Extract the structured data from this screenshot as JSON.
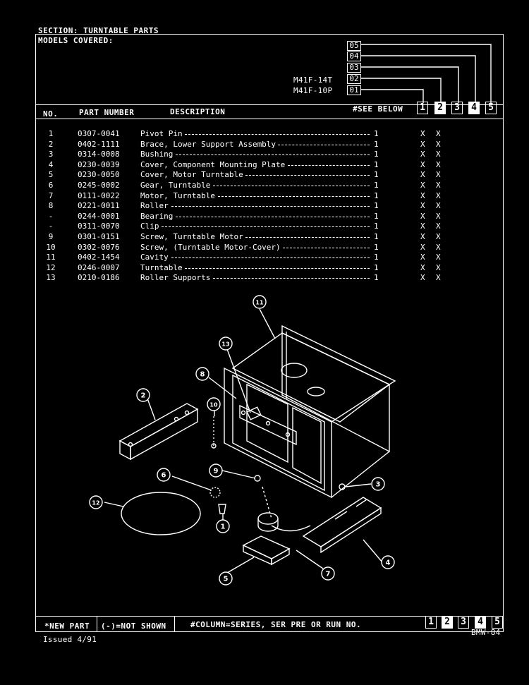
{
  "header": {
    "section": "SECTION: TURNTABLE PARTS",
    "models_covered": "MODELS COVERED:",
    "version_codes": [
      "05",
      "04",
      "03",
      "02",
      "01"
    ],
    "models": [
      "M41F-14T",
      "M41F-10P"
    ]
  },
  "columns": {
    "no": "NO.",
    "part_number": "PART NUMBER",
    "description": "DESCRIPTION",
    "see_below": "#SEE BELOW",
    "series_boxes": [
      "1",
      "2",
      "3",
      "4",
      "5"
    ]
  },
  "parts": [
    {
      "no": "1",
      "part": "0307-0041",
      "desc": "Pivot Pin",
      "qty": "1",
      "c1": "X",
      "c2": "X"
    },
    {
      "no": "2",
      "part": "0402-1111",
      "desc": "Brace, Lower Support Assembly",
      "qty": "1",
      "c1": "X",
      "c2": "X"
    },
    {
      "no": "3",
      "part": "0314-0008",
      "desc": "Bushing",
      "qty": "1",
      "c1": "X",
      "c2": "X"
    },
    {
      "no": "4",
      "part": "0230-0039",
      "desc": "Cover, Component Mounting Plate",
      "qty": "1",
      "c1": "X",
      "c2": "X"
    },
    {
      "no": "5",
      "part": "0230-0050",
      "desc": "Cover, Motor Turntable",
      "qty": "1",
      "c1": "X",
      "c2": "X"
    },
    {
      "no": "6",
      "part": "0245-0002",
      "desc": "Gear, Turntable",
      "qty": "1",
      "c1": "X",
      "c2": "X"
    },
    {
      "no": "7",
      "part": "0111-0022",
      "desc": "Motor, Turntable",
      "qty": "1",
      "c1": "X",
      "c2": "X"
    },
    {
      "no": "8",
      "part": "0221-0011",
      "desc": "Roller",
      "qty": "1",
      "c1": "X",
      "c2": "X"
    },
    {
      "no": "-",
      "part": "0244-0001",
      "desc": "Bearing",
      "qty": "1",
      "c1": "X",
      "c2": "X"
    },
    {
      "no": "-",
      "part": "0311-0070",
      "desc": "Clip",
      "qty": "1",
      "c1": "X",
      "c2": "X"
    },
    {
      "no": "9",
      "part": "0301-0151",
      "desc": "Screw, Turntable Motor",
      "qty": "1",
      "c1": "X",
      "c2": "X"
    },
    {
      "no": "10",
      "part": "0302-0076",
      "desc": "Screw, (Turntable Motor-Cover)",
      "qty": "1",
      "c1": "X",
      "c2": "X"
    },
    {
      "no": "11",
      "part": "0402-1454",
      "desc": "Cavity",
      "qty": "1",
      "c1": "X",
      "c2": "X"
    },
    {
      "no": "12",
      "part": "0246-0007",
      "desc": "Turntable",
      "qty": "1",
      "c1": "X",
      "c2": "X"
    },
    {
      "no": "13",
      "part": "0210-0186",
      "desc": "Roller Supports",
      "qty": "1",
      "c1": "X",
      "c2": "X"
    }
  ],
  "diagram": {
    "callouts": [
      "1",
      "2",
      "3",
      "4",
      "5",
      "6",
      "7",
      "8",
      "9",
      "10",
      "11",
      "12",
      "13"
    ]
  },
  "footer": {
    "new_part": "*NEW PART",
    "not_shown": "(-)=NOT SHOWN",
    "column_note": "#COLUMN=SERIES, SER PRE OR RUN NO.",
    "series_boxes": [
      "1",
      "2",
      "3",
      "4",
      "5"
    ],
    "issued": "Issued 4/91",
    "code": "BMW-84"
  }
}
